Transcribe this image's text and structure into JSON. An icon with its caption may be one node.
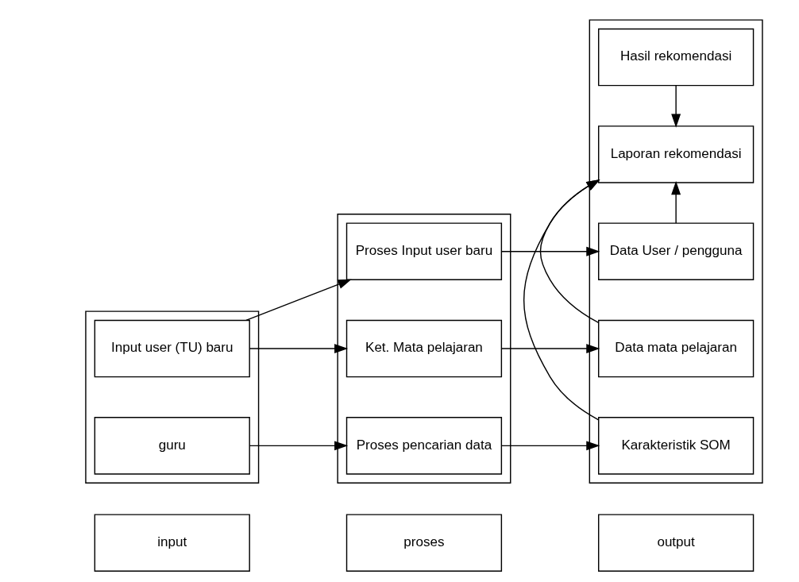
{
  "diagram": {
    "nodes": [
      {
        "text": [
          "input"
        ]
      },
      {
        "text": [
          "proses"
        ]
      },
      {
        "text": [
          "output"
        ]
      },
      {
        "text": [],
        "shape": "box"
      },
      {
        "text": [
          "Input user (TU) baru"
        ],
        "in": 3
      },
      {
        "text": [
          "guru"
        ],
        "in": 3
      },
      {
        "text": [],
        "shape": "box"
      },
      {
        "text": [
          "Proses Input user baru"
        ],
        "in": 6
      },
      {
        "text": [
          "Ket. Mata pelajaran"
        ],
        "in": 6
      },
      {
        "text": [
          "Proses pencarian data"
        ],
        "in": 6
      },
      {
        "text": [],
        "shape": "box"
      },
      {
        "text": [
          "Data User / pengguna"
        ],
        "in": 10
      },
      {
        "text": [
          "Data mata pelajaran"
        ],
        "in": 10
      },
      {
        "text": [
          "Karakteristik SOM"
        ],
        "in": 10
      },
      {
        "text": [
          "Hasil rekomendasi"
        ],
        "in": 10
      },
      {
        "text": [
          "Laporan rekomendasi"
        ],
        "in": 10
      }
    ],
    "edges": [
      {
        "from": 4,
        "to": 7,
        "arrow": "to"
      },
      {
        "from": 4,
        "to": 8,
        "arrow": "to"
      },
      {
        "from": 5,
        "to": 9,
        "arrow": "to"
      },
      {
        "from": 7,
        "to": 11,
        "arrow": "to"
      },
      {
        "from": 8,
        "to": 12,
        "arrow": "to"
      },
      {
        "from": 9,
        "to": 13,
        "arrow": "to"
      },
      {
        "from": 11,
        "to": 15,
        "arrow": "to"
      },
      {
        "from": 12,
        "to": 15,
        "arrow": "to"
      },
      {
        "from": 13,
        "to": 15,
        "arrow": "to"
      },
      {
        "from": 14,
        "to": 15,
        "arrow": "to"
      }
    ]
  }
}
